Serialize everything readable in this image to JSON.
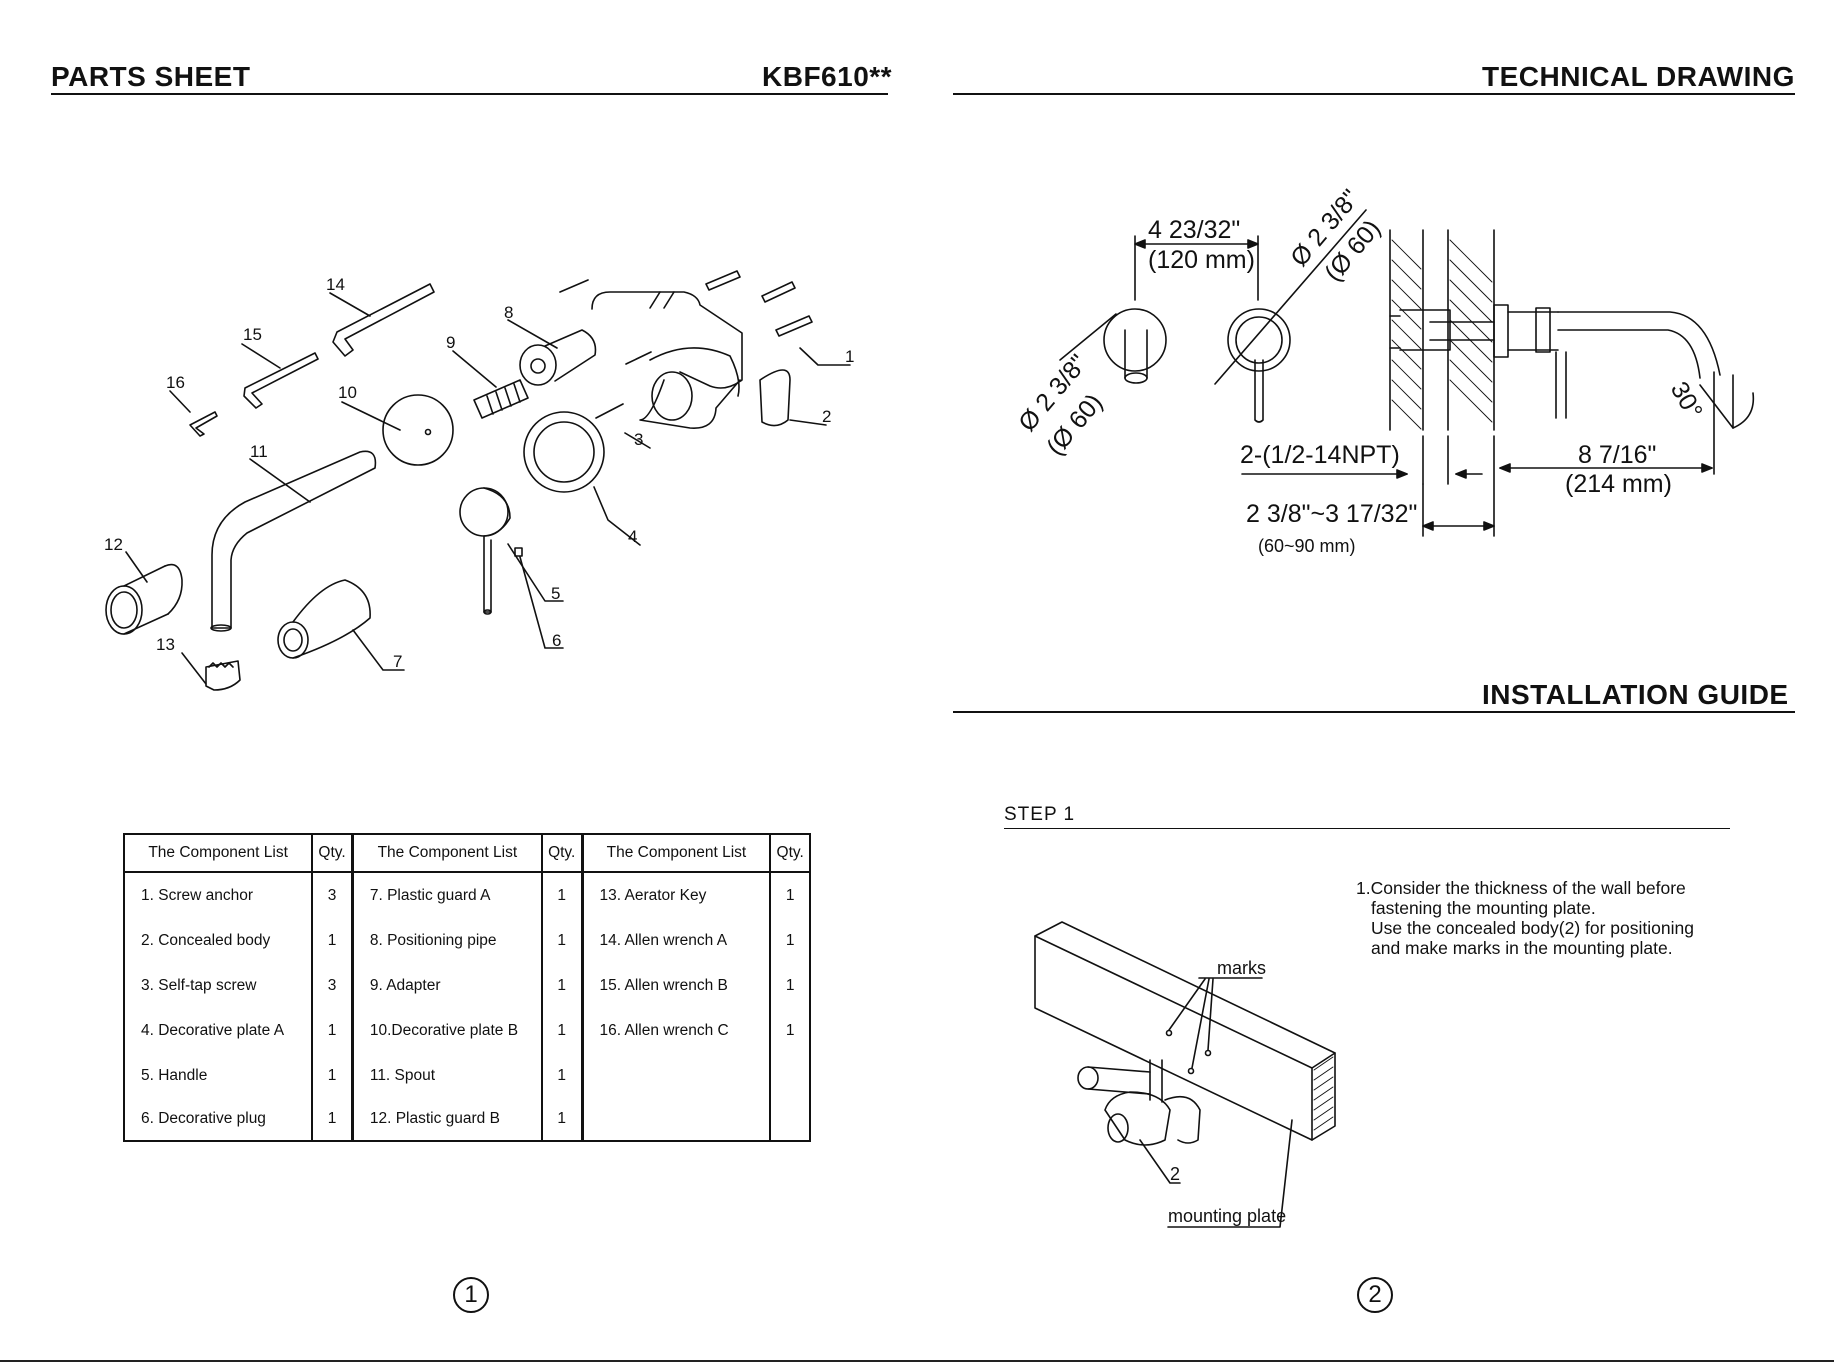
{
  "left_page": {
    "title": "PARTS SHEET",
    "model": "KBF610**",
    "callouts": [
      "14",
      "15",
      "16",
      "10",
      "11",
      "8",
      "9",
      "1",
      "2",
      "3",
      "4",
      "12",
      "5",
      "6",
      "13",
      "7"
    ],
    "table": {
      "headers": [
        "The Component List",
        "Qty.",
        "The Component List",
        "Qty.",
        "The Component List",
        "Qty."
      ],
      "rows": [
        [
          "1. Screw anchor",
          "3",
          "7. Plastic guard A",
          "1",
          "13. Aerator Key",
          "1"
        ],
        [
          "2. Concealed body",
          "1",
          "8. Positioning pipe",
          "1",
          "14. Allen wrench A",
          "1"
        ],
        [
          "3. Self-tap screw",
          "3",
          "9. Adapter",
          "1",
          "15. Allen wrench B",
          "1"
        ],
        [
          "4. Decorative plate A",
          "1",
          "10.Decorative plate B",
          "1",
          "16. Allen wrench C",
          "1"
        ],
        [
          "5. Handle",
          "1",
          "11. Spout",
          "1",
          "",
          ""
        ],
        [
          "6. Decorative plug",
          "1",
          "12. Plastic guard B",
          "1",
          "",
          ""
        ]
      ]
    },
    "page_number": "1"
  },
  "right_page": {
    "technical_title": "TECHNICAL DRAWING",
    "dims": {
      "plate_spacing": "4 23/32\"",
      "plate_spacing_mm": "(120 mm)",
      "dia_right": "Ø 2 3/8\"",
      "dia_right_mm": "(Ø 60)",
      "dia_left": "Ø 2 3/8\"",
      "dia_left_mm": "(Ø 60)",
      "npt": "2-(1/2-14NPT)",
      "spout_reach": "8 7/16\"",
      "spout_reach_mm": "(214 mm)",
      "wall_range": "2 3/8\"~3 17/32\"",
      "wall_range_mm": "(60~90 mm)",
      "angle": "30°"
    },
    "install_title": "INSTALLATION GUIDE",
    "step_label": "STEP  1",
    "instructions": [
      "1.Consider the thickness of the wall before",
      "fastening the mounting plate.",
      "Use the concealed body(2) for positioning",
      "and make marks in the mounting plate."
    ],
    "step_labels": {
      "marks": "marks",
      "body_num": "2",
      "mounting_plate": "mounting plate"
    },
    "page_number": "2"
  }
}
